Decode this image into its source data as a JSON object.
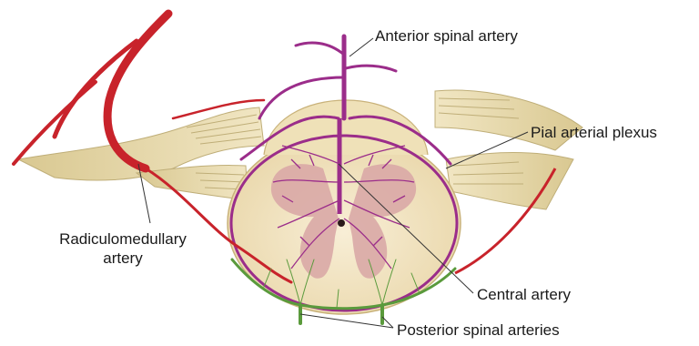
{
  "labels": {
    "anterior_spinal_artery": "Anterior spinal artery",
    "pial_arterial_plexus": "Pial arterial plexus",
    "radiculomedullary_line1": "Radiculomedullary",
    "radiculomedullary_line2": "artery",
    "central_artery": "Central artery",
    "posterior_spinal_arteries": "Posterior spinal arteries"
  },
  "colors": {
    "artery_red": "#c8232b",
    "artery_purple": "#9b2d8a",
    "posterior_green": "#5a9a3c",
    "cord_cream": "#f3e6c6",
    "nerve_root_cream": "#e9dcae",
    "grey_matter": "#d9a9a6"
  }
}
